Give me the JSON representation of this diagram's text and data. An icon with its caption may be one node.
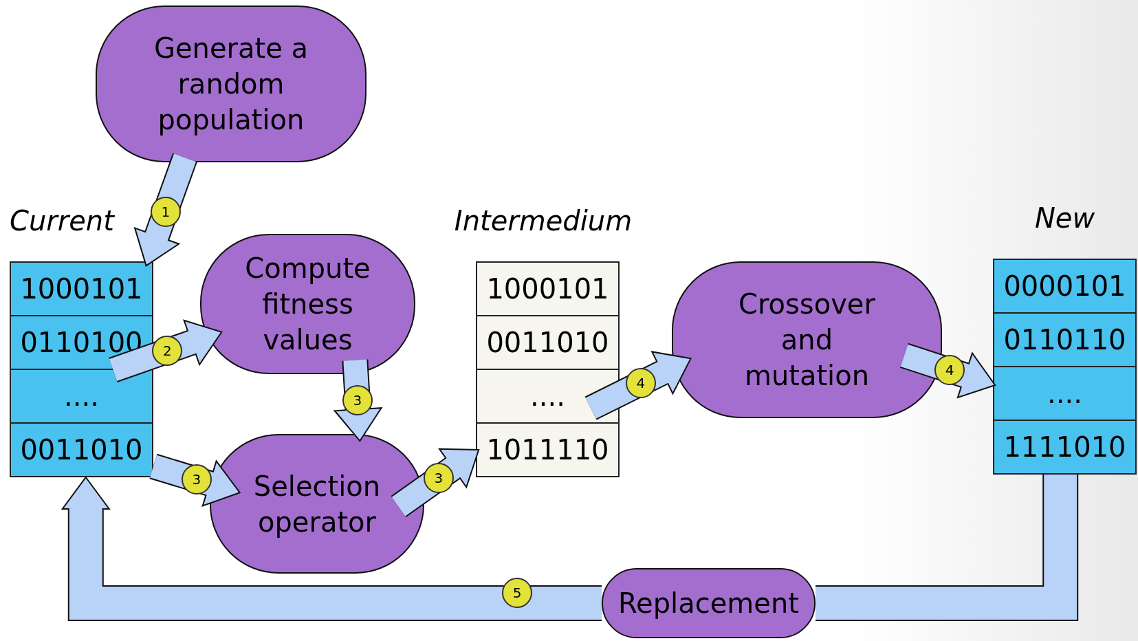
{
  "diagram": {
    "nodes": [
      {
        "text": [
          "Generate a random population"
        ]
      },
      {
        "text": [
          "Current"
        ]
      },
      {
        "text": [
          "1000101"
        ],
        "in": 1
      },
      {
        "text": [
          "0110100"
        ],
        "in": 1
      },
      {
        "text": [
          "...."
        ],
        "in": 1
      },
      {
        "text": [
          "0011010"
        ],
        "in": 1
      },
      {
        "text": [
          "Compute fitness values"
        ]
      },
      {
        "text": [
          "Selection operator"
        ]
      },
      {
        "text": [
          "Intermedium"
        ]
      },
      {
        "text": [
          "1000101"
        ],
        "in": 8
      },
      {
        "text": [
          "0011010"
        ],
        "in": 8
      },
      {
        "text": [
          "...."
        ],
        "in": 8
      },
      {
        "text": [
          "1011110"
        ],
        "in": 8
      },
      {
        "text": [
          "Crossover and mutation"
        ]
      },
      {
        "text": [
          "New"
        ]
      },
      {
        "text": [
          "0000101"
        ],
        "in": 14
      },
      {
        "text": [
          "0110110"
        ],
        "in": 14
      },
      {
        "text": [
          "...."
        ],
        "in": 14
      },
      {
        "text": [
          "1111010"
        ],
        "in": 14
      },
      {
        "text": [
          "Replacement"
        ]
      }
    ],
    "edges": [
      {
        "from": 0,
        "to": 2,
        "arrow": "to",
        "label": "1"
      },
      {
        "from": 3,
        "to": 6,
        "arrow": "to",
        "label": "2"
      },
      {
        "from": 6,
        "to": 7,
        "arrow": "to",
        "label": "3"
      },
      {
        "from": 5,
        "to": 7,
        "arrow": "to",
        "label": "3"
      },
      {
        "from": 7,
        "to": 12,
        "arrow": "to",
        "label": "3"
      },
      {
        "from": 11,
        "to": 13,
        "arrow": "to",
        "label": "4"
      },
      {
        "from": 13,
        "to": 17,
        "arrow": "to",
        "label": "4"
      },
      {
        "from": 18,
        "to": 19,
        "arrow": "none"
      },
      {
        "from": 19,
        "to": 5,
        "arrow": "to",
        "label": "5"
      }
    ]
  }
}
